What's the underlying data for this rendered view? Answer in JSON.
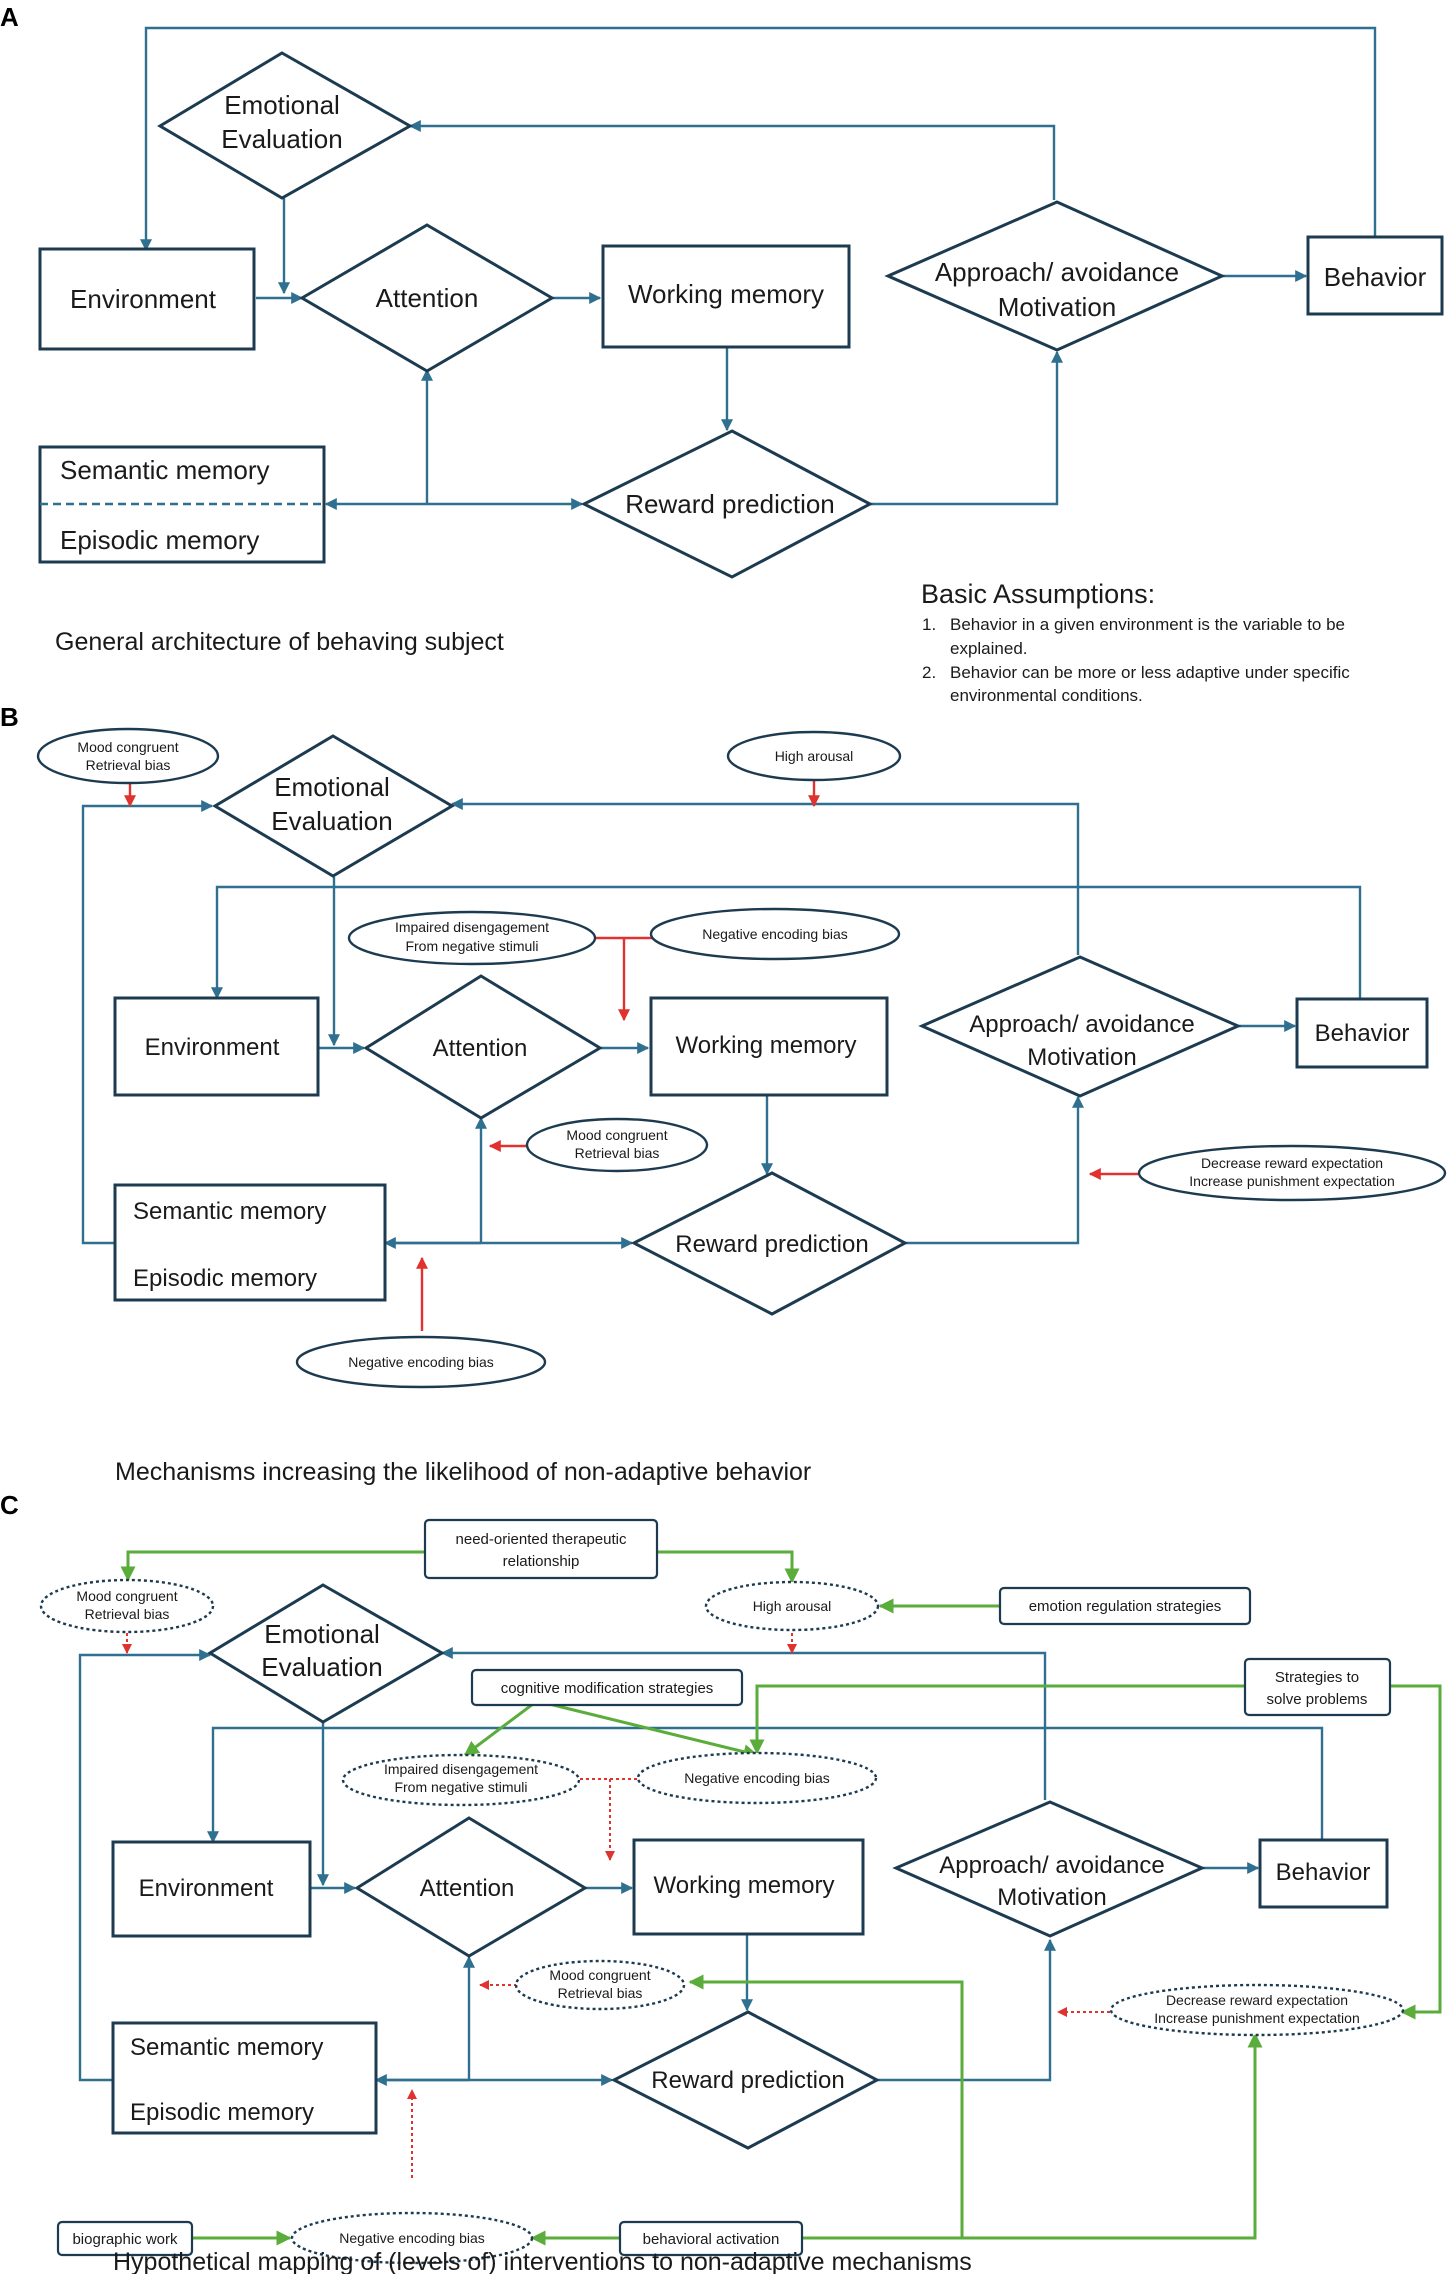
{
  "panels": [
    "A",
    "B",
    "C"
  ],
  "nodes": {
    "emotional_evaluation": [
      "Emotional",
      "Evaluation"
    ],
    "environment": "Environment",
    "attention": "Attention",
    "working_memory": "Working memory",
    "approach": [
      "Approach/ avoidance",
      "Motivation"
    ],
    "behavior": "Behavior",
    "semantic_memory": "Semantic memory",
    "episodic_memory": "Episodic memory",
    "reward_prediction": "Reward prediction"
  },
  "panel_a": {
    "caption": "General architecture of behaving subject",
    "assumptions_title": "Basic Assumptions:",
    "assumptions": [
      {
        "num": "1.",
        "lines": [
          "Behavior in a given environment is the variable to be",
          "explained."
        ]
      },
      {
        "num": "2.",
        "lines": [
          "Behavior can be more or less adaptive under specific",
          "environmental conditions."
        ]
      }
    ]
  },
  "biases": {
    "mood_congruent": [
      "Mood congruent",
      "Retrieval bias"
    ],
    "high_arousal": "High arousal",
    "impaired_disengagement": [
      "Impaired disengagement",
      "From negative stimuli"
    ],
    "negative_encoding": "Negative encoding bias",
    "reward_expectation": [
      "Decrease reward expectation",
      "Increase punishment expectation"
    ]
  },
  "panel_b": {
    "caption": "Mechanisms increasing the likelihood of non-adaptive behavior"
  },
  "panel_c": {
    "caption": "Hypothetical mapping of (levels of) interventions to non-adaptive mechanisms",
    "interventions": {
      "need_oriented": [
        "need-oriented therapeutic",
        "relationship"
      ],
      "emotion_regulation": "emotion regulation strategies",
      "cognitive_modification": "cognitive modification strategies",
      "strategies_problems": [
        "Strategies to",
        "solve problems"
      ],
      "biographic_work": "biographic work",
      "behavioral_activation": "behavioral activation"
    }
  },
  "colors": {
    "node_stroke": "#1d3b50",
    "edge": "#2f6f8f",
    "mechanism_arrow": "#e0322f",
    "intervention_arrow": "#5aad3b"
  }
}
